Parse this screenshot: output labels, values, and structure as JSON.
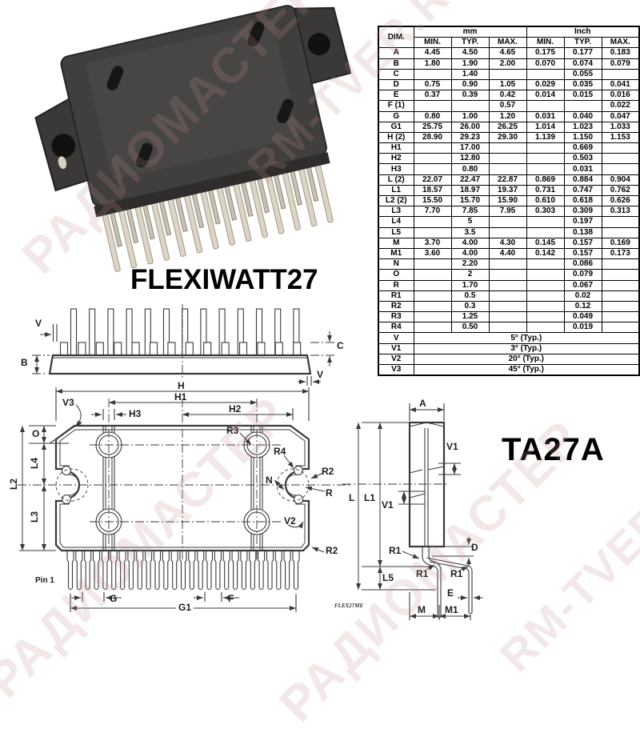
{
  "watermarks": [
    {
      "text": "РАДИОМАСТЕР"
    },
    {
      "text": "RM-TVER.RU"
    },
    {
      "text": "РАДИОМАСТЕР"
    },
    {
      "text": "РАДИОМАСТЕР"
    },
    {
      "text": "RM-TVER"
    }
  ],
  "titles": {
    "package_name": "FLEXIWATT27",
    "variant_name": "TA27A",
    "drawing_code": "FLEX27ME"
  },
  "table": {
    "dim_header": "DIM.",
    "mm_header": "mm",
    "inch_header": "Inch",
    "subheaders": [
      "MIN.",
      "TYP.",
      "MAX.",
      "MIN.",
      "TYP.",
      "MAX."
    ],
    "rows": [
      {
        "dim": "A",
        "values": [
          "4.45",
          "4.50",
          "4.65",
          "0.175",
          "0.177",
          "0.183"
        ]
      },
      {
        "dim": "B",
        "values": [
          "1.80",
          "1.90",
          "2.00",
          "0.070",
          "0.074",
          "0.079"
        ]
      },
      {
        "dim": "C",
        "values": [
          "",
          "1.40",
          "",
          "",
          "0.055",
          ""
        ]
      },
      {
        "dim": "D",
        "values": [
          "0.75",
          "0.90",
          "1.05",
          "0.029",
          "0.035",
          "0.041"
        ]
      },
      {
        "dim": "E",
        "values": [
          "0.37",
          "0.39",
          "0.42",
          "0.014",
          "0.015",
          "0.016"
        ]
      },
      {
        "dim": "F (1)",
        "values": [
          "",
          "",
          "0.57",
          "",
          "",
          "0.022"
        ]
      },
      {
        "dim": "G",
        "values": [
          "0.80",
          "1.00",
          "1.20",
          "0.031",
          "0.040",
          "0.047"
        ]
      },
      {
        "dim": "G1",
        "values": [
          "25.75",
          "26.00",
          "26.25",
          "1.014",
          "1.023",
          "1.033"
        ]
      },
      {
        "dim": "H (2)",
        "values": [
          "28.90",
          "29.23",
          "29.30",
          "1.139",
          "1.150",
          "1.153"
        ]
      },
      {
        "dim": "H1",
        "values": [
          "",
          "17.00",
          "",
          "",
          "0.669",
          ""
        ]
      },
      {
        "dim": "H2",
        "values": [
          "",
          "12.80",
          "",
          "",
          "0.503",
          ""
        ]
      },
      {
        "dim": "H3",
        "values": [
          "",
          "0.80",
          "",
          "",
          "0.031",
          ""
        ]
      },
      {
        "dim": "L (2)",
        "values": [
          "22.07",
          "22.47",
          "22.87",
          "0.869",
          "0.884",
          "0.904"
        ]
      },
      {
        "dim": "L1",
        "values": [
          "18.57",
          "18.97",
          "19.37",
          "0.731",
          "0.747",
          "0.762"
        ]
      },
      {
        "dim": "L2 (2)",
        "values": [
          "15.50",
          "15.70",
          "15.90",
          "0.610",
          "0.618",
          "0.626"
        ]
      },
      {
        "dim": "L3",
        "values": [
          "7.70",
          "7.85",
          "7.95",
          "0.303",
          "0.309",
          "0.313"
        ]
      },
      {
        "dim": "L4",
        "values": [
          "",
          "5",
          "",
          "",
          "0.197",
          ""
        ]
      },
      {
        "dim": "L5",
        "values": [
          "",
          "3.5",
          "",
          "",
          "0.138",
          ""
        ]
      },
      {
        "dim": "M",
        "values": [
          "3.70",
          "4.00",
          "4.30",
          "0.145",
          "0.157",
          "0.169"
        ]
      },
      {
        "dim": "M1",
        "values": [
          "3.60",
          "4.00",
          "4.40",
          "0.142",
          "0.157",
          "0.173"
        ]
      },
      {
        "dim": "N",
        "values": [
          "",
          "2.20",
          "",
          "",
          "0.086",
          ""
        ]
      },
      {
        "dim": "O",
        "values": [
          "",
          "2",
          "",
          "",
          "0.079",
          ""
        ]
      },
      {
        "dim": "R",
        "values": [
          "",
          "1.70",
          "",
          "",
          "0.067",
          ""
        ]
      },
      {
        "dim": "R1",
        "values": [
          "",
          "0.5",
          "",
          "",
          "0.02",
          ""
        ]
      },
      {
        "dim": "R2",
        "values": [
          "",
          "0.3",
          "",
          "",
          "0.12",
          ""
        ]
      },
      {
        "dim": "R3",
        "values": [
          "",
          "1.25",
          "",
          "",
          "0.049",
          ""
        ]
      },
      {
        "dim": "R4",
        "values": [
          "",
          "0.50",
          "",
          "",
          "0.019",
          ""
        ]
      }
    ],
    "angle_rows": [
      {
        "dim": "V",
        "value": "5° (Typ.)"
      },
      {
        "dim": "V1",
        "value": "3° (Typ.)"
      },
      {
        "dim": "V2",
        "value": "20° (Typ.)"
      },
      {
        "dim": "V3",
        "value": "45° (Typ.)"
      }
    ]
  },
  "drawings": {
    "side": {
      "labels": {
        "v_top": "V",
        "b": "B",
        "c": "C",
        "v_bottom": "V"
      }
    },
    "front": {
      "labels": {
        "h": "H",
        "h1": "H1",
        "h2": "H2",
        "h3": "H3",
        "v3": "V3",
        "o": "O",
        "l4": "L4",
        "l2": "L2",
        "l3": "L3",
        "r3": "R3",
        "r4": "R4",
        "r2_mid": "R2",
        "n": "N",
        "r": "R",
        "v2": "V2",
        "r2_bottom": "R2",
        "pin1": "Pin 1",
        "g": "G",
        "g1": "G1",
        "f": "F"
      }
    },
    "right": {
      "labels": {
        "a": "A",
        "v1_top": "V1",
        "v1_bottom": "V1",
        "l": "L",
        "l1": "L1",
        "l5": "L5",
        "d": "D",
        "r1_a": "R1",
        "r1_b": "R1",
        "r1_c": "R1",
        "e": "E",
        "m": "M",
        "m1": "M1"
      }
    }
  }
}
